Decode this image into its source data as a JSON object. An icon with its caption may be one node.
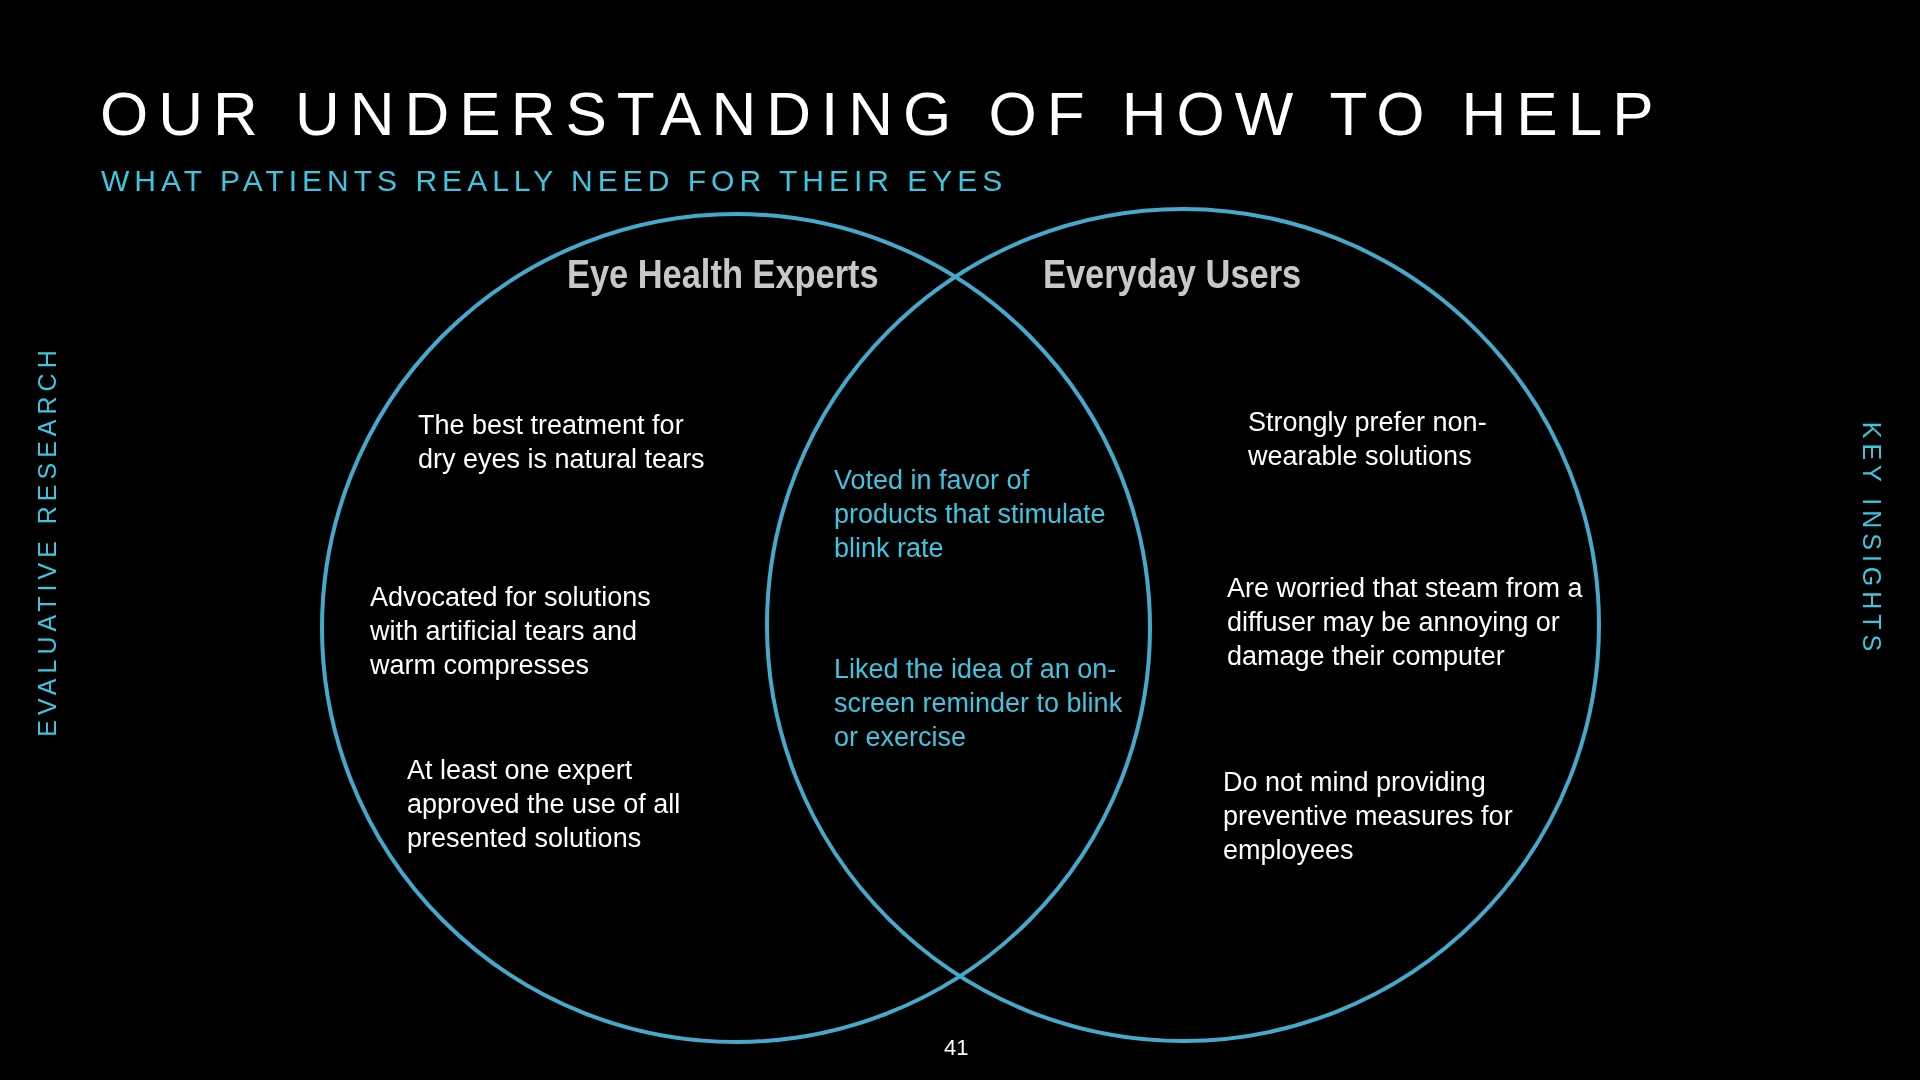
{
  "diagram": {
    "title": "OUR UNDERSTANDING OF HOW TO HELP",
    "nodes": [
      {
        "text": [
          "Eye Health Experts",
          "The best treatment for dry eyes is natural tears",
          "Advocated for solutions with artificial tears and warm compresses",
          "At least one expert approved the use of all presented solutions"
        ]
      },
      {
        "text": [
          "Everyday Users",
          "Strongly prefer non-wearable solutions",
          "Are worried that steam from a diffuser may be annoying or damage their computer",
          "Do not mind providing preventive measures for employees"
        ]
      }
    ],
    "edges": [],
    "labels": [
      "WHAT PATIENTS REALLY NEED FOR THEIR EYES",
      "EVALUATIVE RESEARCH",
      "Voted in favor of products that stimulate blink rate",
      "Liked the idea of an on-screen reminder to blink or exercise",
      "KEY INSIGHTS",
      "41"
    ]
  }
}
